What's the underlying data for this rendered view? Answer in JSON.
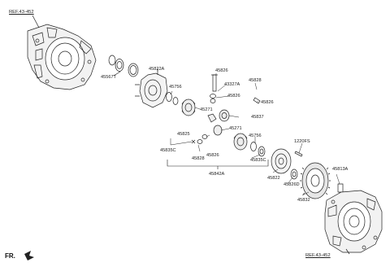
{
  "references": {
    "top_left": "REF.43-452",
    "bottom_right": "REF.43-452"
  },
  "front_marker": "FR.",
  "parts": {
    "p45567T": "45567T",
    "p45822A": "45822A",
    "p45756_top": "45756",
    "p45826_top": "45826",
    "p43327A": "43327A",
    "p45826_mid": "45826",
    "p45828_top": "45828",
    "p45826_right": "45826",
    "p45271_top": "45271",
    "p45837": "45837",
    "p45271_low": "45271",
    "p45825": "45825",
    "p45756_low": "45756",
    "p45835C_left": "45835C",
    "p45826_low": "45826",
    "p45828_low": "45828",
    "p45835C_right": "45835C",
    "p45842A": "45842A",
    "p1220FS": "1220FS",
    "p45813A": "45813A",
    "p45822": "45822",
    "p45826D": "45826D",
    "p45832": "45832"
  }
}
